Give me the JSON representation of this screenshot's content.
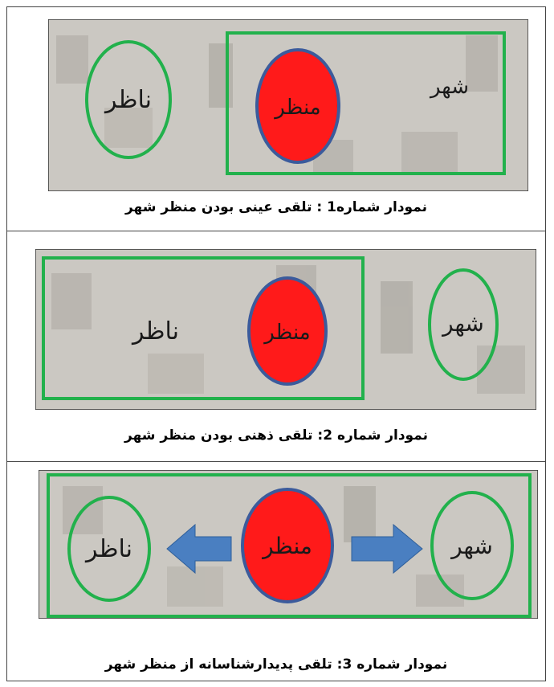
{
  "diagrams": [
    {
      "caption": "نمودار شماره1 : تلقی عینی بودن منظر شهر",
      "observer_label": "ناظر",
      "landscape_label": "منظر",
      "city_label": "شهر"
    },
    {
      "caption": "نمودار شماره 2: تلقی ذهنی بودن منظر شهر",
      "observer_label": "ناظر",
      "landscape_label": "منظر",
      "city_label": "شهر"
    },
    {
      "caption": "نمودار شماره 3: تلقی پدیدارشناسانه از منظر شهر",
      "observer_label": "ناظر",
      "landscape_label": "منظر",
      "city_label": "شهر"
    }
  ],
  "colors": {
    "frame_green": "#22b14c",
    "landscape_red": "#ff1a1a",
    "landscape_outline": "#3b5b9c",
    "arrow_blue": "#4a7fc1",
    "photo_bg": "#c9c6c0"
  }
}
